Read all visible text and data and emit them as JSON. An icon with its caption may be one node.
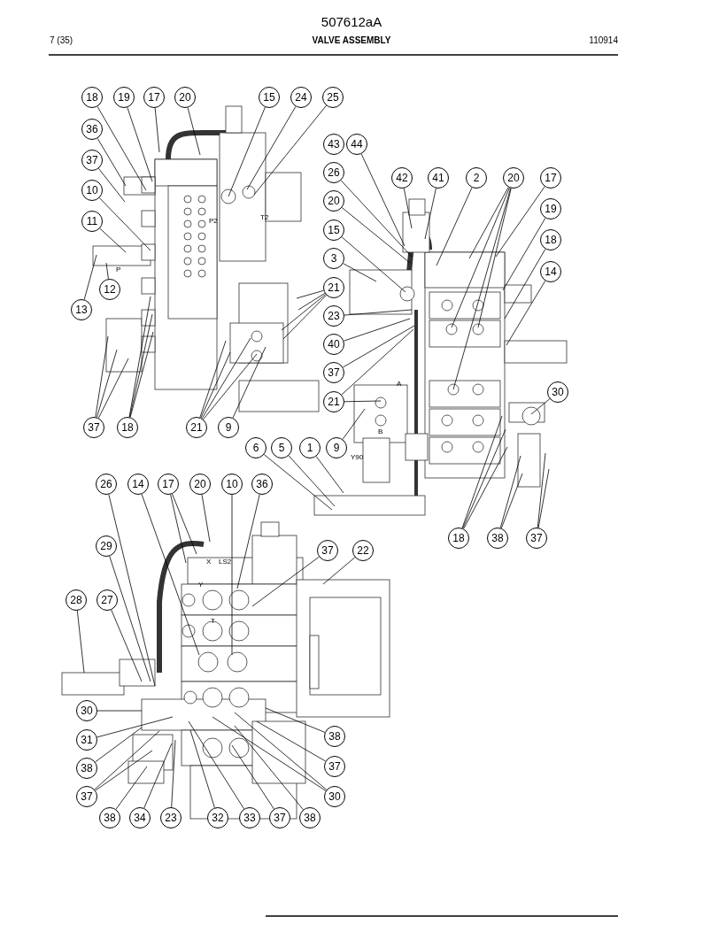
{
  "diagram": {
    "title": "VALVE ASSEMBLY",
    "nodes": [
      {
        "text": [
          "18"
        ]
      },
      {
        "text": [
          "19"
        ]
      },
      {
        "text": [
          "17"
        ]
      },
      {
        "text": [
          "20"
        ]
      },
      {
        "text": [
          "15"
        ]
      },
      {
        "text": [
          "24"
        ]
      },
      {
        "text": [
          "25"
        ]
      },
      {
        "text": [
          "36"
        ]
      },
      {
        "text": [
          "37"
        ]
      },
      {
        "text": [
          "10"
        ]
      },
      {
        "text": [
          "11"
        ]
      },
      {
        "text": [
          "12"
        ]
      },
      {
        "text": [
          "13"
        ]
      },
      {
        "text": [
          "37"
        ]
      },
      {
        "text": [
          "18"
        ]
      },
      {
        "text": [
          "21"
        ]
      },
      {
        "text": [
          "9"
        ]
      },
      {
        "text": [
          "43"
        ]
      },
      {
        "text": [
          "44"
        ]
      },
      {
        "text": [
          "26"
        ]
      },
      {
        "text": [
          "20"
        ]
      },
      {
        "text": [
          "15"
        ]
      },
      {
        "text": [
          "3"
        ]
      },
      {
        "text": [
          "21"
        ]
      },
      {
        "text": [
          "23"
        ]
      },
      {
        "text": [
          "40"
        ]
      },
      {
        "text": [
          "37"
        ]
      },
      {
        "text": [
          "21"
        ]
      },
      {
        "text": [
          "42"
        ]
      },
      {
        "text": [
          "41"
        ]
      },
      {
        "text": [
          "2"
        ]
      },
      {
        "text": [
          "20"
        ]
      },
      {
        "text": [
          "17"
        ]
      },
      {
        "text": [
          "19"
        ]
      },
      {
        "text": [
          "18"
        ]
      },
      {
        "text": [
          "14"
        ]
      },
      {
        "text": [
          "30"
        ]
      },
      {
        "text": [
          "6"
        ]
      },
      {
        "text": [
          "5"
        ]
      },
      {
        "text": [
          "1"
        ]
      },
      {
        "text": [
          "9"
        ]
      },
      {
        "text": [
          "18"
        ]
      },
      {
        "text": [
          "38"
        ]
      },
      {
        "text": [
          "37"
        ]
      },
      {
        "text": [
          "26"
        ]
      },
      {
        "text": [
          "14"
        ]
      },
      {
        "text": [
          "17"
        ]
      },
      {
        "text": [
          "20"
        ]
      },
      {
        "text": [
          "10"
        ]
      },
      {
        "text": [
          "36"
        ]
      },
      {
        "text": [
          "29"
        ]
      },
      {
        "text": [
          "37"
        ]
      },
      {
        "text": [
          "22"
        ]
      },
      {
        "text": [
          "28"
        ]
      },
      {
        "text": [
          "27"
        ]
      },
      {
        "text": [
          "30"
        ]
      },
      {
        "text": [
          "31"
        ]
      },
      {
        "text": [
          "38"
        ]
      },
      {
        "text": [
          "37"
        ]
      },
      {
        "text": [
          "38"
        ]
      },
      {
        "text": [
          "34"
        ]
      },
      {
        "text": [
          "23"
        ]
      },
      {
        "text": [
          "32"
        ]
      },
      {
        "text": [
          "33"
        ]
      },
      {
        "text": [
          "37"
        ]
      },
      {
        "text": [
          "38"
        ]
      },
      {
        "text": [
          "30"
        ]
      },
      {
        "text": [
          "37"
        ]
      },
      {
        "text": [
          "38"
        ]
      }
    ],
    "edges": [
      {
        "from": 0,
        "to": null,
        "arrow": "none"
      },
      {
        "from": 1,
        "to": null,
        "arrow": "none"
      },
      {
        "from": 2,
        "to": null,
        "arrow": "none"
      },
      {
        "from": 3,
        "to": null,
        "arrow": "none"
      },
      {
        "from": 4,
        "to": null,
        "arrow": "none"
      },
      {
        "from": 5,
        "to": null,
        "arrow": "none"
      },
      {
        "from": 6,
        "to": null,
        "arrow": "none"
      },
      {
        "from": 7,
        "to": null,
        "arrow": "none"
      },
      {
        "from": 8,
        "to": null,
        "arrow": "none"
      },
      {
        "from": 9,
        "to": null,
        "arrow": "none"
      },
      {
        "from": 10,
        "to": null,
        "arrow": "none"
      },
      {
        "from": 11,
        "to": null,
        "arrow": "none"
      },
      {
        "from": 12,
        "to": null,
        "arrow": "none"
      },
      {
        "from": 13,
        "to": null,
        "arrow": "none"
      },
      {
        "from": 13,
        "to": null,
        "arrow": "none"
      },
      {
        "from": 13,
        "to": null,
        "arrow": "none"
      },
      {
        "from": 14,
        "to": null,
        "arrow": "none"
      },
      {
        "from": 14,
        "to": null,
        "arrow": "none"
      },
      {
        "from": 14,
        "to": null,
        "arrow": "none"
      },
      {
        "from": 15,
        "to": null,
        "arrow": "none"
      },
      {
        "from": 15,
        "to": null,
        "arrow": "none"
      },
      {
        "from": 15,
        "to": null,
        "arrow": "none"
      },
      {
        "from": 15,
        "to": null,
        "arrow": "none"
      },
      {
        "from": 16,
        "to": null,
        "arrow": "none"
      },
      {
        "from": 18,
        "to": null,
        "arrow": "none"
      },
      {
        "from": 19,
        "to": null,
        "arrow": "none"
      },
      {
        "from": 20,
        "to": null,
        "arrow": "none"
      },
      {
        "from": 21,
        "to": null,
        "arrow": "none"
      },
      {
        "from": 22,
        "to": null,
        "arrow": "none"
      },
      {
        "from": 23,
        "to": null,
        "arrow": "none"
      },
      {
        "from": 23,
        "to": null,
        "arrow": "none"
      },
      {
        "from": 23,
        "to": null,
        "arrow": "none"
      },
      {
        "from": 23,
        "to": null,
        "arrow": "none"
      },
      {
        "from": 24,
        "to": null,
        "arrow": "none"
      },
      {
        "from": 25,
        "to": null,
        "arrow": "none"
      },
      {
        "from": 26,
        "to": null,
        "arrow": "none"
      },
      {
        "from": 27,
        "to": null,
        "arrow": "none"
      },
      {
        "from": 27,
        "to": null,
        "arrow": "none"
      },
      {
        "from": 28,
        "to": null,
        "arrow": "none"
      },
      {
        "from": 29,
        "to": null,
        "arrow": "none"
      },
      {
        "from": 30,
        "to": null,
        "arrow": "none"
      },
      {
        "from": 31,
        "to": null,
        "arrow": "none"
      },
      {
        "from": 31,
        "to": null,
        "arrow": "none"
      },
      {
        "from": 31,
        "to": null,
        "arrow": "none"
      },
      {
        "from": 31,
        "to": null,
        "arrow": "none"
      },
      {
        "from": 32,
        "to": null,
        "arrow": "none"
      },
      {
        "from": 33,
        "to": null,
        "arrow": "none"
      },
      {
        "from": 34,
        "to": null,
        "arrow": "none"
      },
      {
        "from": 35,
        "to": null,
        "arrow": "none"
      },
      {
        "from": 36,
        "to": null,
        "arrow": "none"
      },
      {
        "from": 37,
        "to": null,
        "arrow": "none"
      },
      {
        "from": 38,
        "to": null,
        "arrow": "none"
      },
      {
        "from": 39,
        "to": null,
        "arrow": "none"
      },
      {
        "from": 40,
        "to": null,
        "arrow": "none"
      },
      {
        "from": 41,
        "to": null,
        "arrow": "none"
      },
      {
        "from": 41,
        "to": null,
        "arrow": "none"
      },
      {
        "from": 41,
        "to": null,
        "arrow": "none"
      },
      {
        "from": 42,
        "to": null,
        "arrow": "none"
      },
      {
        "from": 42,
        "to": null,
        "arrow": "none"
      },
      {
        "from": 43,
        "to": null,
        "arrow": "none"
      },
      {
        "from": 43,
        "to": null,
        "arrow": "none"
      },
      {
        "from": 44,
        "to": null,
        "arrow": "none"
      },
      {
        "from": 45,
        "to": null,
        "arrow": "none"
      },
      {
        "from": 46,
        "to": null,
        "arrow": "none"
      },
      {
        "from": 46,
        "to": null,
        "arrow": "none"
      },
      {
        "from": 47,
        "to": null,
        "arrow": "none"
      },
      {
        "from": 48,
        "to": null,
        "arrow": "none"
      },
      {
        "from": 49,
        "to": null,
        "arrow": "none"
      },
      {
        "from": 50,
        "to": null,
        "arrow": "none"
      },
      {
        "from": 51,
        "to": null,
        "arrow": "none"
      },
      {
        "from": 52,
        "to": null,
        "arrow": "none"
      },
      {
        "from": 53,
        "to": null,
        "arrow": "none"
      },
      {
        "from": 54,
        "to": null,
        "arrow": "none"
      },
      {
        "from": 55,
        "to": null,
        "arrow": "none"
      },
      {
        "from": 56,
        "to": null,
        "arrow": "none"
      },
      {
        "from": 57,
        "to": null,
        "arrow": "none"
      },
      {
        "from": 58,
        "to": null,
        "arrow": "none"
      },
      {
        "from": 58,
        "to": null,
        "arrow": "none"
      },
      {
        "from": 59,
        "to": null,
        "arrow": "none"
      },
      {
        "from": 60,
        "to": null,
        "arrow": "none"
      },
      {
        "from": 61,
        "to": null,
        "arrow": "none"
      },
      {
        "from": 62,
        "to": null,
        "arrow": "none"
      },
      {
        "from": 63,
        "to": null,
        "arrow": "none"
      },
      {
        "from": 64,
        "to": null,
        "arrow": "none"
      },
      {
        "from": 65,
        "to": null,
        "arrow": "none"
      },
      {
        "from": 66,
        "to": null,
        "arrow": "none"
      },
      {
        "from": 66,
        "to": null,
        "arrow": "none"
      },
      {
        "from": 67,
        "to": null,
        "arrow": "none"
      },
      {
        "from": 68,
        "to": null,
        "arrow": "none"
      }
    ],
    "labels": [
      "507612aA",
      "7 (35)",
      "110914",
      "P",
      "P2",
      "T2",
      "A",
      "B",
      "Y90",
      "X",
      "LS2",
      "Y",
      "T"
    ]
  }
}
